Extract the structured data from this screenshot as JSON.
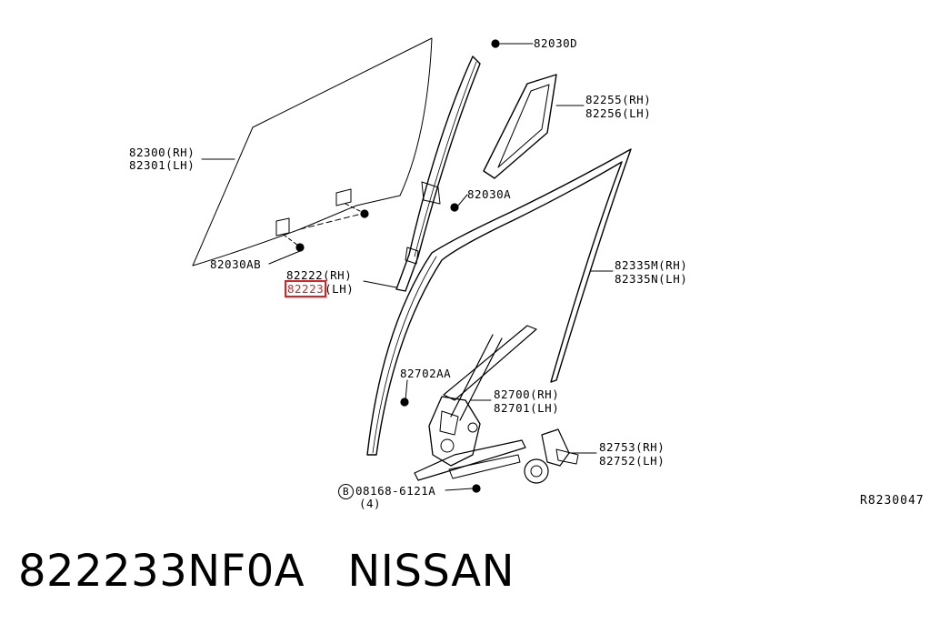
{
  "labels": {
    "glass_rh": "82300(RH)",
    "glass_lh": "82301(LH)",
    "glass_bolt": "82030AB",
    "sash_rh": "82222(RH)",
    "sash_lh_code": "82223",
    "sash_lh_side": "(LH)",
    "top_bolt": "82030D",
    "sash_bolt": "82030A",
    "weatherstrip_rh": "82255(RH)",
    "weatherstrip_lh": "82256(LH)",
    "channel_rh": "82335M(RH)",
    "channel_lh": "82335N(LH)",
    "regulator_bolt": "82702AA",
    "regulator_rh": "82700(RH)",
    "regulator_lh": "82701(LH)",
    "motor_rh": "82753(RH)",
    "motor_lh": "82752(LH)",
    "bolt_marker": "B",
    "bolt_part": "08168-6121A",
    "bolt_qty": "(4)",
    "drawing_ref": "R8230047"
  },
  "caption": "822233NF0A   NISSAN",
  "highlight_color": "#e02020"
}
